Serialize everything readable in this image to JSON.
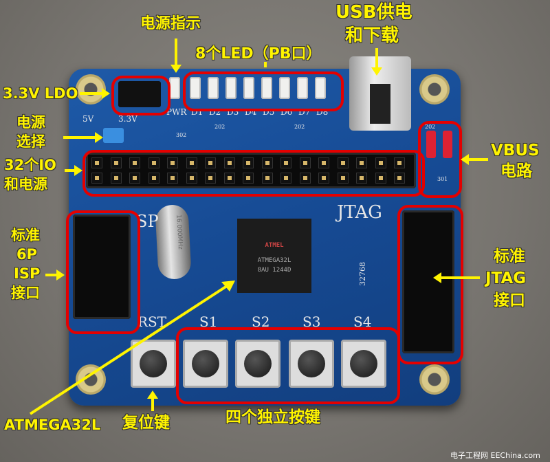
{
  "labels": {
    "power_indicator": "电源指示",
    "usb_power_line1": "USB供电",
    "usb_power_line2": "和下载",
    "leds": "8个LED（PB口）",
    "ldo": "3.3V LDO",
    "power_select_line1": "电源",
    "power_select_line2": "选择",
    "io_power_line1": "32个IO",
    "io_power_line2": "和电源",
    "vbus_line1": "VBUS",
    "vbus_line2": "电路",
    "isp_line1": "标准",
    "isp_line2": "6P",
    "isp_line3": "ISP",
    "isp_line4": "接口",
    "jtag_line1": "标准",
    "jtag_line2": "JTAG",
    "jtag_line3": "接口",
    "mcu": "ATMEGA32L",
    "reset_key": "复位键",
    "four_keys": "四个独立按键"
  },
  "silkscreen": {
    "jtag": "JTAG",
    "isp": "SP",
    "rst": "RST",
    "s1": "S1",
    "s2": "S2",
    "s3": "S3",
    "s4": "S4",
    "pwr": "PWR",
    "v5": "5V",
    "v33": "3.3V",
    "d1": "D1",
    "d2": "D2",
    "d3": "D3",
    "d4": "D4",
    "d5": "D5",
    "d6": "D6",
    "d7": "D7",
    "d8": "D8",
    "res202a": "202",
    "res202b": "202",
    "res302": "302",
    "res202c": "202",
    "res301": "301",
    "crystal_code": "32768"
  },
  "chip": {
    "brand": "ATMEL",
    "part": "ATMEGA32L",
    "lot": "8AU 1244D"
  },
  "crystal_text": "16.000MHz",
  "watermark": "电子工程网  EEChina.com",
  "colors": {
    "annotation": "#fff400",
    "highlight_box": "#e40000",
    "pcb": "#1a4f99"
  }
}
